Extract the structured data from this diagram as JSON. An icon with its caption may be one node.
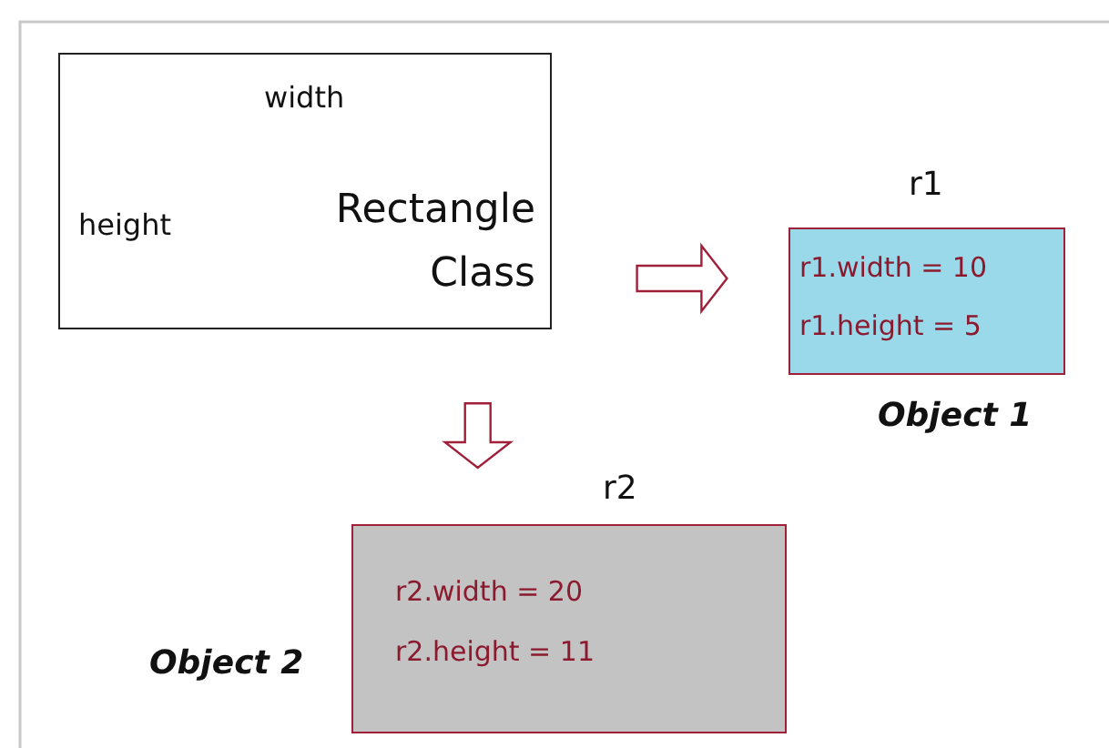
{
  "diagram": {
    "nodes": [
      {
        "text": [
          "width",
          "height",
          "Rectangle Class"
        ]
      },
      {
        "text": [
          "r1",
          "r1.width = 10",
          "r1.height = 5"
        ],
        "beside": [
          "Object 1"
        ]
      },
      {
        "text": [
          "r2",
          "r2.width = 20",
          "r2.height = 11"
        ],
        "beside": [
          "Object 2"
        ]
      }
    ],
    "edges": [
      {
        "from": 0,
        "to": 1,
        "arrow": "to"
      },
      {
        "from": 0,
        "to": 2,
        "arrow": "to"
      }
    ]
  }
}
